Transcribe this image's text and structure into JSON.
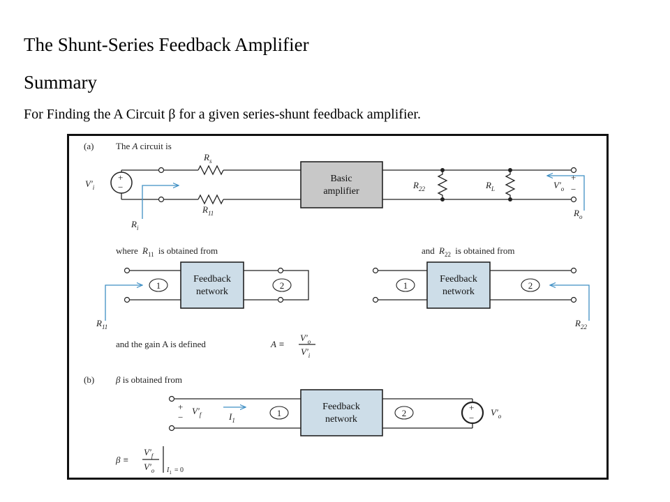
{
  "slide": {
    "title": "The Shunt-Series Feedback Amplifier",
    "subtitle": "Summary",
    "intro": "For Finding the A Circuit β for a given series-shunt feedback amplifier."
  },
  "figure": {
    "part_a": {
      "label": "(a)",
      "caption_pre": "The",
      "caption_A": "A",
      "caption_post": "circuit is",
      "vi": "V′",
      "vi_sub": "i",
      "rs": "R",
      "rs_sub": "s",
      "r11": "R",
      "r11_sub": "11",
      "ri": "R",
      "ri_sub": "i",
      "basic_amp_line1": "Basic",
      "basic_amp_line2": "amplifier",
      "r22": "R",
      "r22_sub": "22",
      "rl": "R",
      "rl_sub": "L",
      "vo": "V′",
      "vo_sub": "o",
      "ro": "R",
      "ro_sub": "o",
      "plus": "+",
      "minus": "−"
    },
    "r11_caption": {
      "pre": "where ",
      "sym": "R",
      "sub": "11",
      "post": " is obtained from"
    },
    "r22_caption": {
      "pre": "and ",
      "sym": "R",
      "sub": "22",
      "post": " is obtained from"
    },
    "feedback_line1": "Feedback",
    "feedback_line2": "network",
    "port1": "1",
    "port2": "2",
    "r11_arrow_label": "R",
    "r11_arrow_sub": "11",
    "r22_arrow_label": "R",
    "r22_arrow_sub": "22",
    "gain": {
      "text": "and the gain A is defined",
      "A": "A ≡",
      "num": "V′",
      "num_sub": "o",
      "den": "V′",
      "den_sub": "i"
    },
    "part_b": {
      "label": "(b)",
      "caption_sym": "β",
      "caption_post": " is obtained from",
      "vf": "V′",
      "vf_sub": "f",
      "i1": "I",
      "i1_sub": "1",
      "vo": "V′",
      "vo_sub": "o",
      "beta_lhs": "β ≡",
      "beta_num": "V′",
      "beta_num_sub": "f",
      "beta_den": "V′",
      "beta_den_sub": "o",
      "cond": "I",
      "cond_sub": "1",
      "cond_eq": "= 0"
    }
  },
  "colors": {
    "box_fill_grey": "#c8c8c8",
    "box_fill_blue": "#cddde8",
    "arrow_blue": "#3f8fc4"
  }
}
